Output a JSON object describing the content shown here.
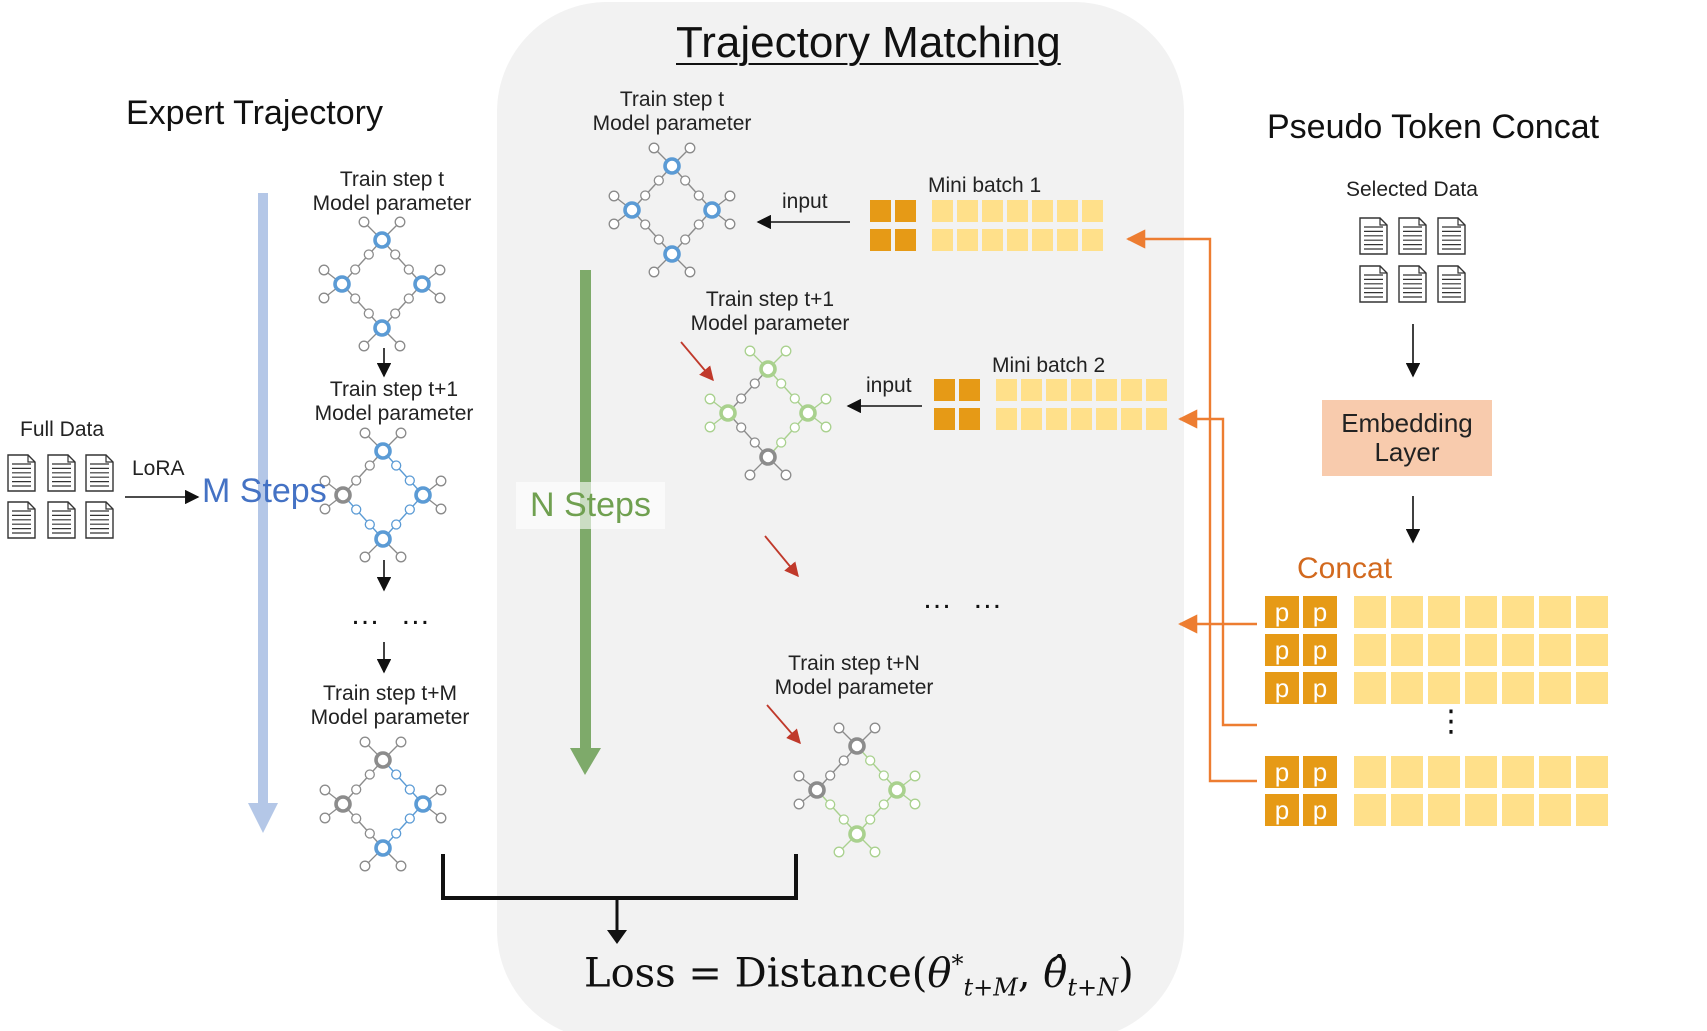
{
  "headings": {
    "trajectory_matching": "Trajectory Matching",
    "expert_trajectory": "Expert Trajectory",
    "pseudo_token_concat": "Pseudo Token Concat"
  },
  "expert": {
    "full_data": "Full Data",
    "lora": "LoRA",
    "m_steps": "M Steps",
    "step_t": [
      "Train step t",
      "Model parameter"
    ],
    "step_t1": [
      "Train step t+1",
      "Model parameter"
    ],
    "dots": "… …",
    "step_tm": [
      "Train step t+M",
      "Model parameter"
    ]
  },
  "matching": {
    "n_steps": "N Steps",
    "step_t": [
      "Train step t",
      "Model parameter"
    ],
    "step_t1": [
      "Train step t+1",
      "Model parameter"
    ],
    "step_tn": [
      "Train step t+N",
      "Model parameter"
    ],
    "input_1": "input",
    "input_2": "input",
    "mini_batch_1": "Mini batch 1",
    "mini_batch_2": "Mini batch 2",
    "dots": "… …"
  },
  "pseudo": {
    "selected_data": "Selected Data",
    "embedding_layer": "Embedding\nLayer",
    "concat": "Concat",
    "p": "p",
    "vdots": "⋮"
  },
  "loss": {
    "prefix": "Loss = Distance(",
    "theta_star": "θ",
    "star": "*",
    "sub_m": "t+M",
    "comma": ", ",
    "theta_hat": "θ̂",
    "sub_n": "t+N",
    "suffix": ")"
  },
  "colors": {
    "blue_node": "#5b9bd5",
    "gray_node": "#8c8c8c",
    "green_node": "#a9d18e",
    "m_arrow": "#b4c7e7",
    "n_arrow": "#7eaa6a",
    "orange_line": "#ed7d31",
    "red_arrow": "#c0392b",
    "dark_cell": "#e69a16",
    "light_cell": "#ffe08a",
    "embed_fill": "#f8cbad",
    "panel_fill": "#f2f2f2"
  }
}
